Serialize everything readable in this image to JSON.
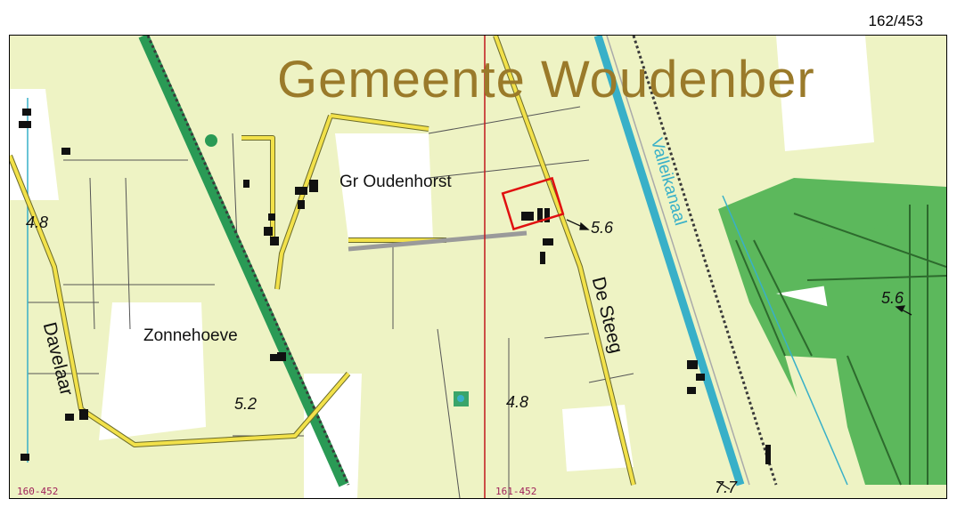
{
  "page_number": "162/453",
  "map": {
    "municipality_label": "Gemeente Woudenber",
    "places": {
      "gr_oudenhorst": "Gr Oudenhorst",
      "zonnehoeve": "Zonnehoeve"
    },
    "streets": {
      "davelaar": "Davelaar",
      "de_steeg": "De Steeg"
    },
    "water": {
      "valleikanaal": "Valleikanaal"
    },
    "heights": {
      "h1": "4.8",
      "h2": "5.2",
      "h3": "5.6",
      "h4": "4.8",
      "h5": "5.6",
      "h6": "7.7"
    },
    "grid_refs": {
      "left": "160-452",
      "center": "161-452"
    },
    "colors": {
      "land": "#eef3c4",
      "forest": "#5cb85c",
      "road": "#f2e14a",
      "railway": "#3a3a3a",
      "canal": "#38b0c8",
      "grid_line": "#c0181c",
      "highlight": "#e01010",
      "municipality_text": "#9a7a2a"
    }
  }
}
